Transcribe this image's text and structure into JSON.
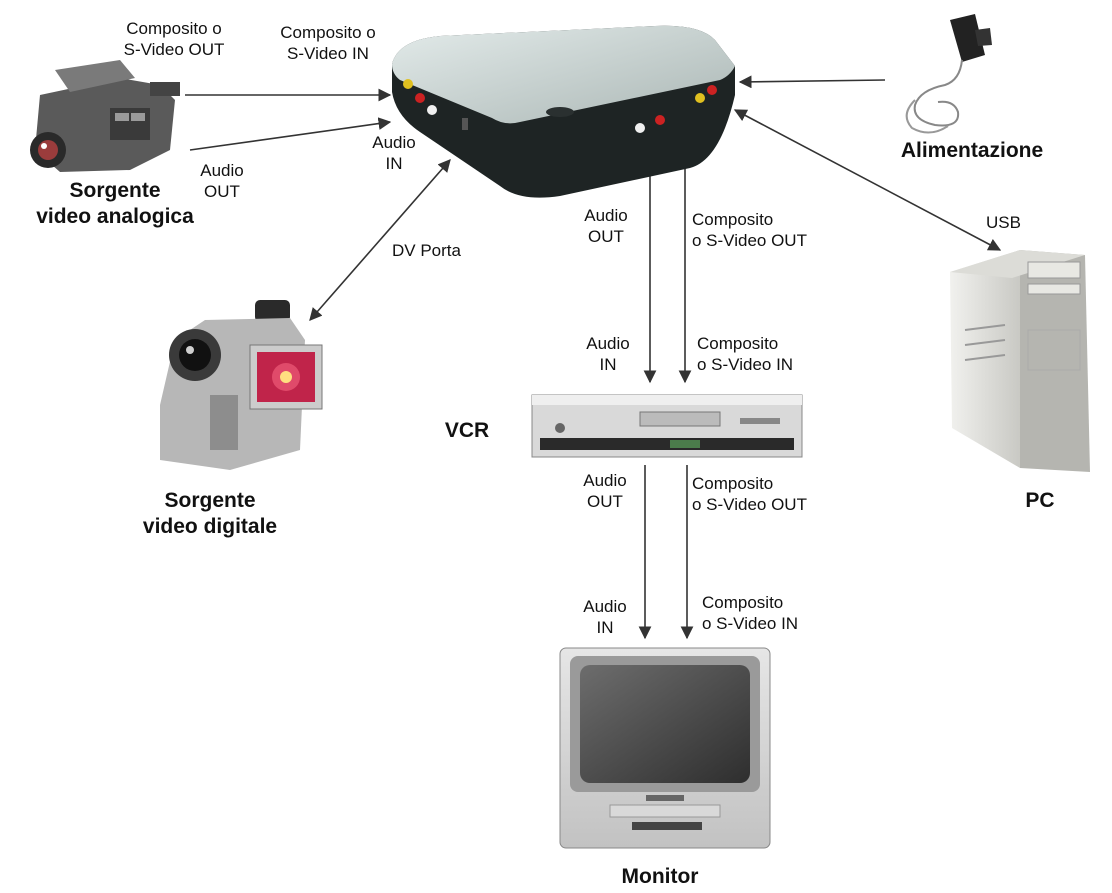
{
  "devices": {
    "capture_box": "",
    "analog_source": "Sorgente\nvideo analogica",
    "digital_source": "Sorgente\nvideo digitale",
    "power": "Alimentazione",
    "pc": "PC",
    "vcr": "VCR",
    "monitor": "Monitor"
  },
  "labels": {
    "analog_video_out": "Composito o\nS-Video OUT",
    "box_video_in": "Composito o\nS-Video IN",
    "analog_audio_out": "Audio\nOUT",
    "box_audio_in": "Audio\nIN",
    "dv_port": "DV Porta",
    "usb": "USB",
    "box_audio_out": "Audio\nOUT",
    "box_video_out": "Composito\no S-Video OUT",
    "vcr_audio_in": "Audio\nIN",
    "vcr_video_in": "Composito\no S-Video IN",
    "vcr_audio_out": "Audio\nOUT",
    "vcr_video_out": "Composito\no S-Video OUT",
    "monitor_audio_in": "Audio\nIN",
    "monitor_video_in": "Composito\no S-Video IN"
  },
  "colors": {
    "arrow": "#333333",
    "box_top": "#c9d4d2",
    "box_body": "#1e2424"
  },
  "icons": {
    "analog_source": "vhs-camcorder-icon",
    "digital_source": "digital-camcorder-icon",
    "power": "power-adapter-icon",
    "pc": "desktop-tower-icon",
    "vcr": "vcr-icon",
    "monitor": "crt-tv-icon"
  }
}
